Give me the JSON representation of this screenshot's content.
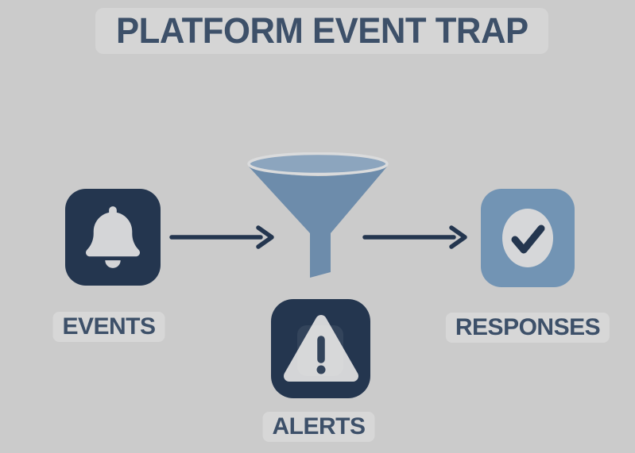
{
  "title": {
    "text": "PLATFORM EVENT TRAP"
  },
  "nodes": {
    "events": {
      "label": "EVENTS",
      "icon": "bell-icon"
    },
    "filter": {
      "icon": "funnel-icon"
    },
    "responses": {
      "label": "RESPONSES",
      "icon": "checkmark-icon"
    },
    "alerts": {
      "label": "ALERTS",
      "icon": "warning-icon"
    }
  },
  "arrows": {
    "count": 2,
    "color": "#24364f",
    "direction": "left-to-right"
  },
  "colors": {
    "background": "#cbcbcb",
    "title_chip_background": "#d5d5d5",
    "label_chip_background": "#d7d7d7",
    "navy_box": "#24364f",
    "text_navy": "#3d5069",
    "steel_blue_box": "#7294b4",
    "funnel_body": "#6d8cab",
    "funnel_top": "#8ca5be",
    "icon_light_gray": "#d4d5d7"
  }
}
